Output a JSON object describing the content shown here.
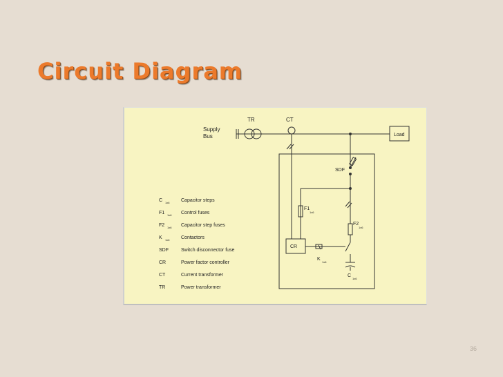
{
  "slide": {
    "title": "Circuit Diagram",
    "page_number": "36"
  },
  "diagram": {
    "top_labels": {
      "tr": "TR",
      "ct": "CT",
      "supply": "Supply",
      "bus": "Bus",
      "load": "Load"
    },
    "components": {
      "sdf": "SDF",
      "f1": "F1",
      "f1_sub": "1x6",
      "f2": "F2",
      "f2_sub": "1x6",
      "cr": "CR",
      "k": "K",
      "k_sub": "1x6",
      "c": "C",
      "c_sub": "1x6"
    },
    "legend": [
      {
        "symbol": "C",
        "sub": "1x6",
        "desc": "Capacitor steps"
      },
      {
        "symbol": "F1",
        "sub": "1x6",
        "desc": "Control fuses"
      },
      {
        "symbol": "F2",
        "sub": "1x6",
        "desc": "Capacitor step fuses"
      },
      {
        "symbol": "K",
        "sub": "1x6",
        "desc": "Contactors"
      },
      {
        "symbol": "SDF",
        "sub": "",
        "desc": "Switch disconnector fuse"
      },
      {
        "symbol": "CR",
        "sub": "",
        "desc": "Power factor controller"
      },
      {
        "symbol": "CT",
        "sub": "",
        "desc": "Current transformer"
      },
      {
        "symbol": "TR",
        "sub": "",
        "desc": "Power transformer"
      }
    ]
  }
}
